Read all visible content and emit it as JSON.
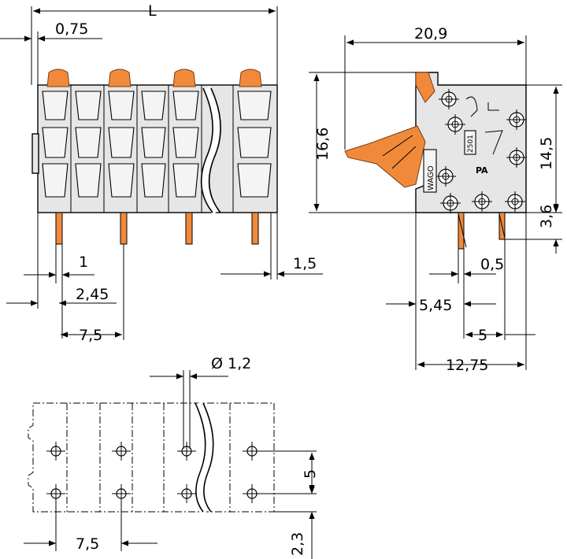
{
  "dimensions": {
    "length": "L",
    "offset_0_75": "0,75",
    "width_20_9": "20,9",
    "height_16_6": "16,6",
    "height_14_5": "14,5",
    "pin_length_3_6": "3,6",
    "pin_width_1": "1",
    "edge_1_5": "1,5",
    "offset_2_45": "2,45",
    "pitch_7_5_front": "7,5",
    "pin_0_5": "0,5",
    "offset_5_45": "5,45",
    "spacing_5": "5",
    "depth_12_75": "12,75",
    "hole_diameter": "Ø 1,2",
    "row_spacing_5": "5",
    "pitch_7_5_footprint": "7,5",
    "edge_2_3": "2,3"
  },
  "side_view": {
    "brand_mark": "WAGO",
    "part_label": "PA",
    "rating_mark": "2501"
  },
  "colors": {
    "actuator": "#f08a3a",
    "housing": "#e6e6e6",
    "line": "#000000"
  }
}
